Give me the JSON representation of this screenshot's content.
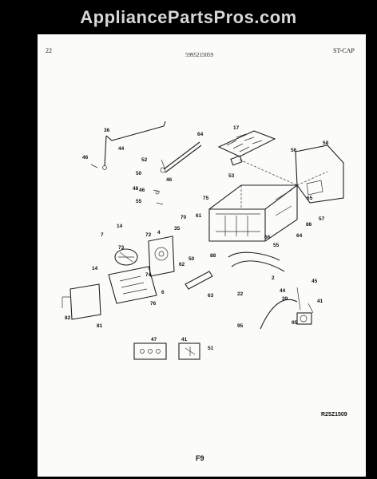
{
  "watermark": "AppliancePartsPros.com",
  "header": {
    "page_number": "22",
    "part_number": "5995215059",
    "section": "ST-CAP"
  },
  "footer": {
    "drawing_code": "R25Z1509",
    "page_code": "F9"
  },
  "callouts": [
    "36",
    "44",
    "46",
    "64",
    "17",
    "52",
    "53",
    "50",
    "48",
    "46",
    "46",
    "55",
    "58",
    "65",
    "56",
    "75",
    "70",
    "61",
    "57",
    "14",
    "7",
    "72",
    "4",
    "35",
    "66",
    "86",
    "64",
    "55",
    "50",
    "73",
    "74",
    "62",
    "88",
    "22",
    "2",
    "45",
    "14",
    "76",
    "6",
    "63",
    "44",
    "41",
    "39",
    "95",
    "82",
    "81",
    "47",
    "41",
    "51",
    "95"
  ]
}
